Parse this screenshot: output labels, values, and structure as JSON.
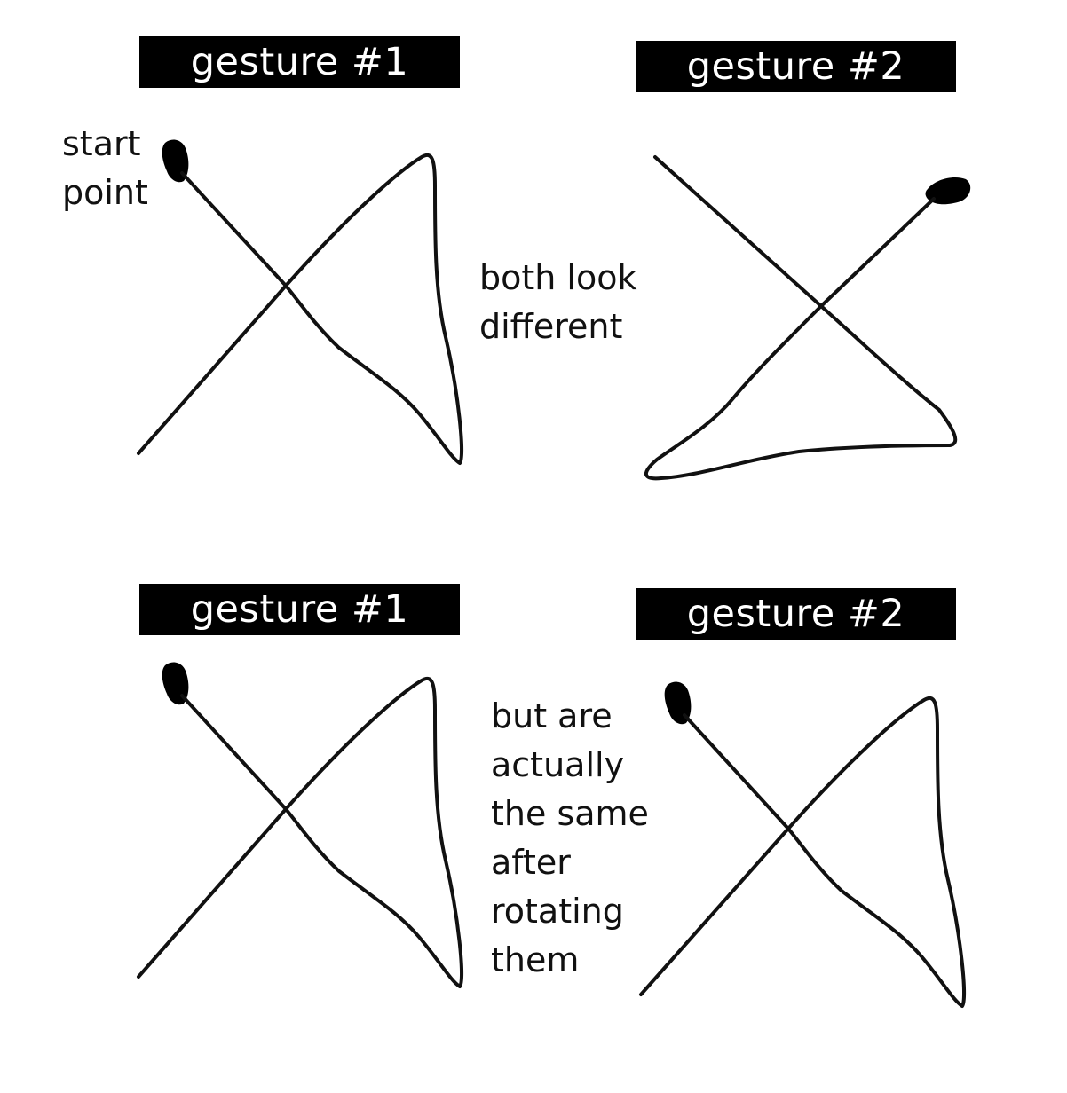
{
  "labels": {
    "top_left": "gesture #1",
    "top_right": "gesture #2",
    "bottom_left": "gesture #1",
    "bottom_right": "gesture #2"
  },
  "captions": {
    "start_point": "start\npoint",
    "different": "both look\ndifferent",
    "same": "but are\nactually\nthe same\nafter\nrotating\nthem"
  },
  "colors": {
    "stroke": "#111111",
    "label_background": "#000000",
    "label_text": "#ffffff"
  }
}
